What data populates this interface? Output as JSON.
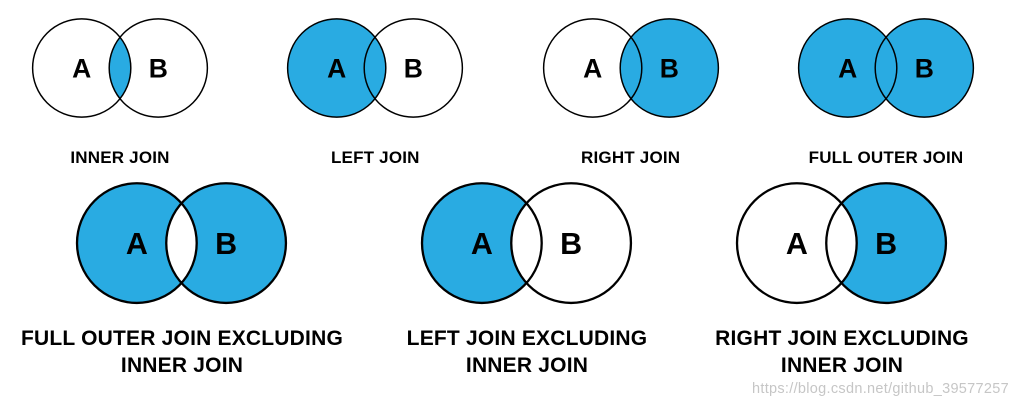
{
  "colors": {
    "fill_blue": "#29abe2",
    "circle_white": "#ffffff",
    "stroke_black": "#000000",
    "text_black": "#000000",
    "watermark_gray": "#c6c6c6"
  },
  "set_labels": {
    "left": "A",
    "right": "B"
  },
  "watermark": {
    "text": "https://blog.csdn.net/github_39577257"
  },
  "rows": [
    {
      "items": [
        {
          "id": "inner-join",
          "title_lines": [
            "INNER JOIN"
          ],
          "left_filled": false,
          "right_filled": false,
          "intersection_filled": true
        },
        {
          "id": "left-join",
          "title_lines": [
            "LEFT JOIN"
          ],
          "left_filled": true,
          "right_filled": false,
          "intersection_filled": true
        },
        {
          "id": "right-join",
          "title_lines": [
            "RIGHT JOIN"
          ],
          "left_filled": false,
          "right_filled": true,
          "intersection_filled": true
        },
        {
          "id": "full-outer-join",
          "title_lines": [
            "FULL OUTER JOIN"
          ],
          "left_filled": true,
          "right_filled": true,
          "intersection_filled": true
        }
      ]
    },
    {
      "items": [
        {
          "id": "full-outer-join-excluding-inner-join",
          "title_lines": [
            "FULL OUTER JOIN EXCLUDING",
            "INNER JOIN"
          ],
          "left_filled": true,
          "right_filled": true,
          "intersection_filled": false
        },
        {
          "id": "left-join-excluding-inner-join",
          "title_lines": [
            "LEFT JOIN EXCLUDING",
            "INNER JOIN"
          ],
          "left_filled": true,
          "right_filled": false,
          "intersection_filled": false
        },
        {
          "id": "right-join-excluding-inner-join",
          "title_lines": [
            "RIGHT JOIN EXCLUDING",
            "INNER JOIN"
          ],
          "left_filled": false,
          "right_filled": true,
          "intersection_filled": false
        }
      ]
    }
  ]
}
